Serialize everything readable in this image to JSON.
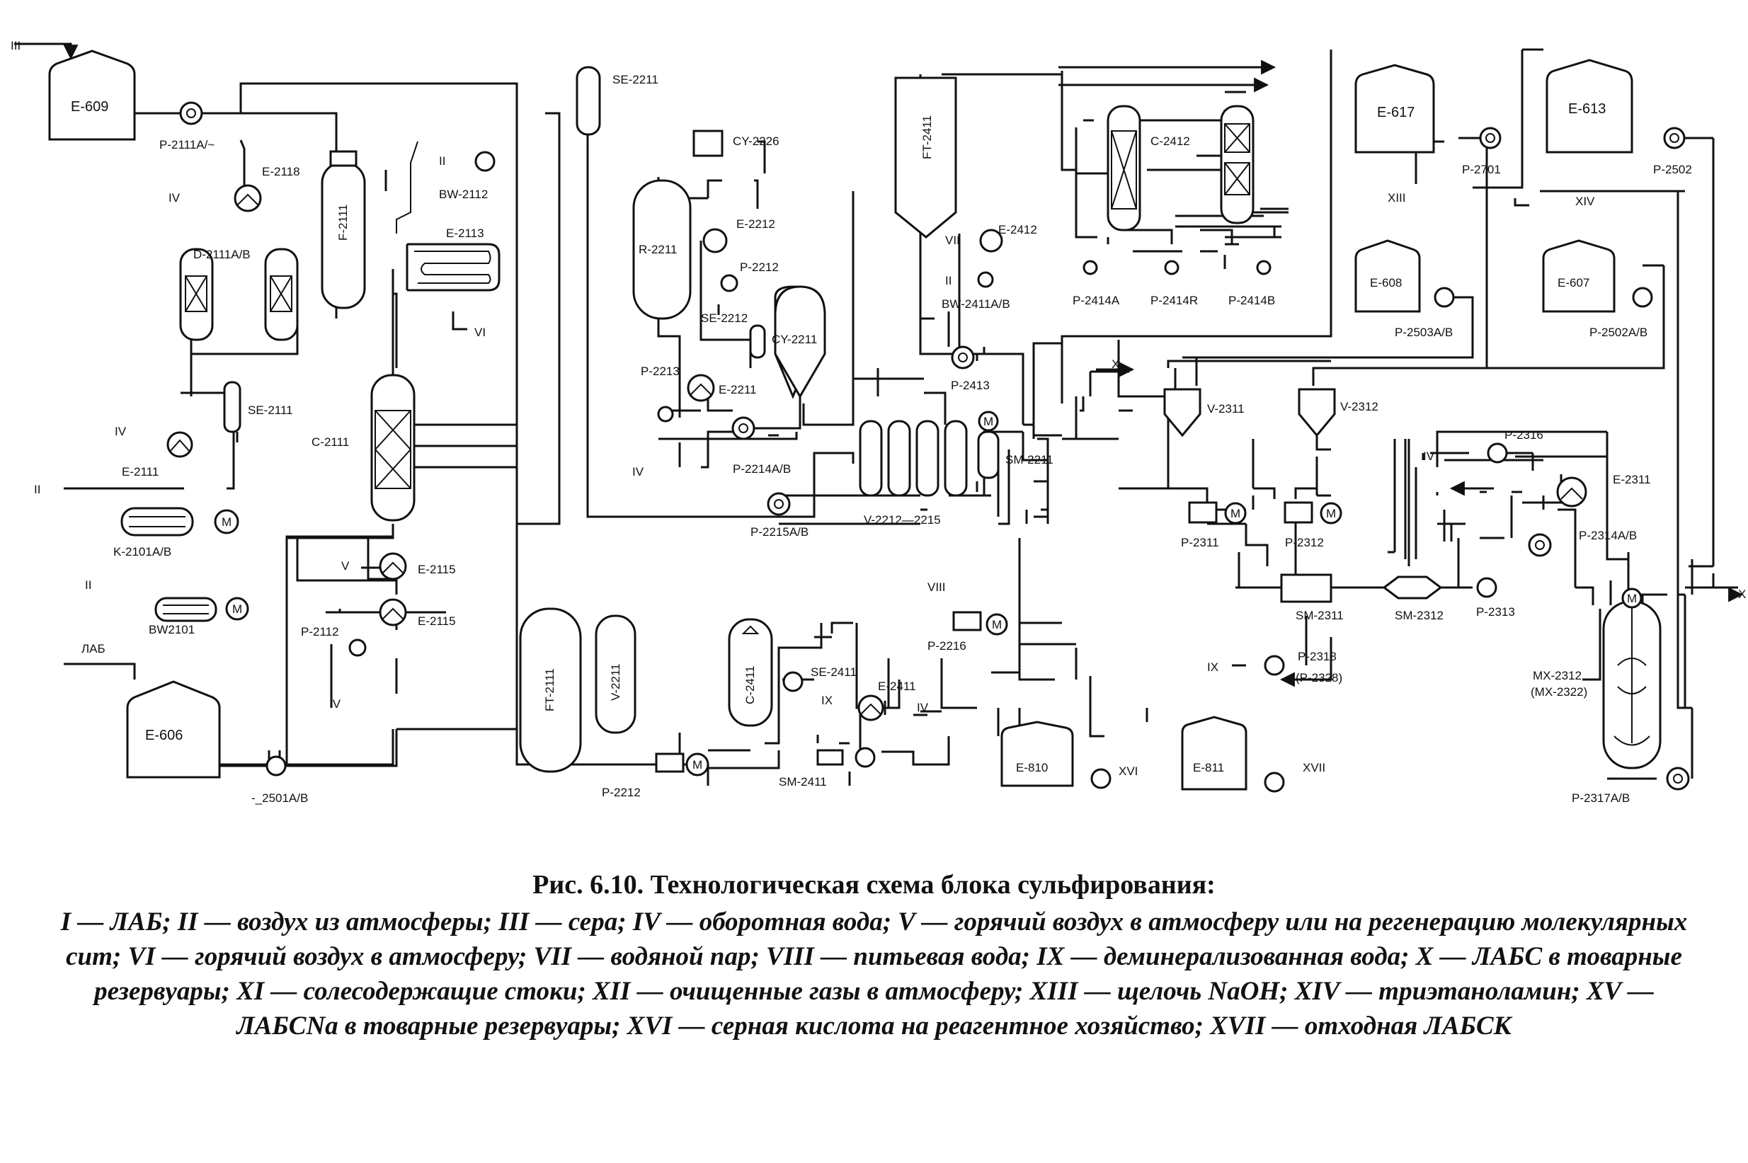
{
  "labels": {
    "e609": "E-609",
    "p2111": "P-2111A/~",
    "e2118": "E-2118",
    "iii": "III",
    "e2118_in": "IV",
    "d2111": "D-2111A/B",
    "f2111": "F-2111",
    "bw2112": "BW-2112",
    "bw2112_in": "II",
    "e2113": "E-2113",
    "e2113_out": "VI",
    "se2111": "SE-2111",
    "e2111_in": "IV",
    "e2111": "E-2111",
    "air_in": "II",
    "k2101": "K-2101A/B",
    "c2111": "C-2111",
    "e2115a": "E-2115",
    "e2115b": "E-2115",
    "v_out": "V",
    "bw2101_in": "II",
    "bw2101": "BW2101",
    "p2112": "P-2112",
    "p2112_in": "IV",
    "lab_in": "ЛАБ",
    "e606": "E-606",
    "p2501": "-_2501A/B",
    "se2211": "SE-2211",
    "cy2226": "CY-2226",
    "r2211": "R-2211",
    "e2212": "E-2212",
    "p2212_top": "P-2212",
    "se2212": "SE-2212",
    "cy2211": "CY-2211",
    "p2213": "P-2213",
    "e2211": "E-2211",
    "e2211_in": "IV",
    "p2214": "P-2214A/B",
    "p2215": "P-2215A/B",
    "ft2111": "FT-2111",
    "v2211": "V-2211",
    "p2212_bottom": "P-2212",
    "c2411": "C-2411",
    "se2411": "SE-2411",
    "ix_se": "IX",
    "sm2411": "SM-2411",
    "e2411": "E-2411",
    "e2411_in": "IV",
    "ft2411": "FT-2411",
    "vii": "VII",
    "e2412": "E-2412",
    "bw2411_in": "II",
    "bw2411": "BW-2411A/B",
    "p2413": "P-2413",
    "v2212": "V-2212—2215",
    "sm2211": "SM-2211",
    "viii": "VIII",
    "p2216": "P-2216",
    "e810": "E-810",
    "xvi": "XVI",
    "e811": "E-811",
    "xvii": "XVII",
    "c2412": "C-2412",
    "p2414a": "P-2414A",
    "p2414r": "P-2414R",
    "p2414b": "P-2414B",
    "x_out": "X",
    "e617": "E-617",
    "p2701": "P-2701",
    "xiii": "XIII",
    "e608": "E-608",
    "p2503": "P-2503A/B",
    "e613": "E-613",
    "p2502": "P-2502",
    "xiv": "XIV",
    "e607": "E-607",
    "p2502ab": "P-2502A/B",
    "v2311": "V-2311",
    "v2312": "V-2312",
    "p2311": "P-2311",
    "p2312": "P-2312",
    "sm2311": "SM-2311",
    "ix_in": "IX",
    "p2318": "P-2318",
    "p2328": "(P-2328)",
    "sm2312": "SM-2312",
    "p2313": "P-2313",
    "p2316": "P-2316",
    "iv_2316": "IV",
    "e2311": "E-2311",
    "p2314": "P-2314A/B",
    "mx2312": "MX-2312",
    "mx2322": "(MX-2322)",
    "p2317": "P-2317A/B",
    "x_right": "X",
    "motor": "M"
  },
  "caption": {
    "title": "Рис. 6.10. Технологическая схема блока сульфирования:",
    "legend": "I — ЛАБ; II — воздух из атмосферы; III — сера; IV — оборотная вода; V — горячий воздух в атмосферу или на регенерацию молекулярных сит; VI — горячий воздух в атмосферу; VII — водяной пар; VIII — питьевая вода; IX — деминерализованная вода; X — ЛАБС в товарные резервуары; XI — солесодержащие стоки; XII — очищенные газы в атмосферу; XIII — щелочь NaOH; XIV — триэтаноламин; XV — ЛАБСNa в товарные резервуары; XVI — серная кислота на реагентное хозяйство; XVII — отходная ЛАБСК"
  }
}
